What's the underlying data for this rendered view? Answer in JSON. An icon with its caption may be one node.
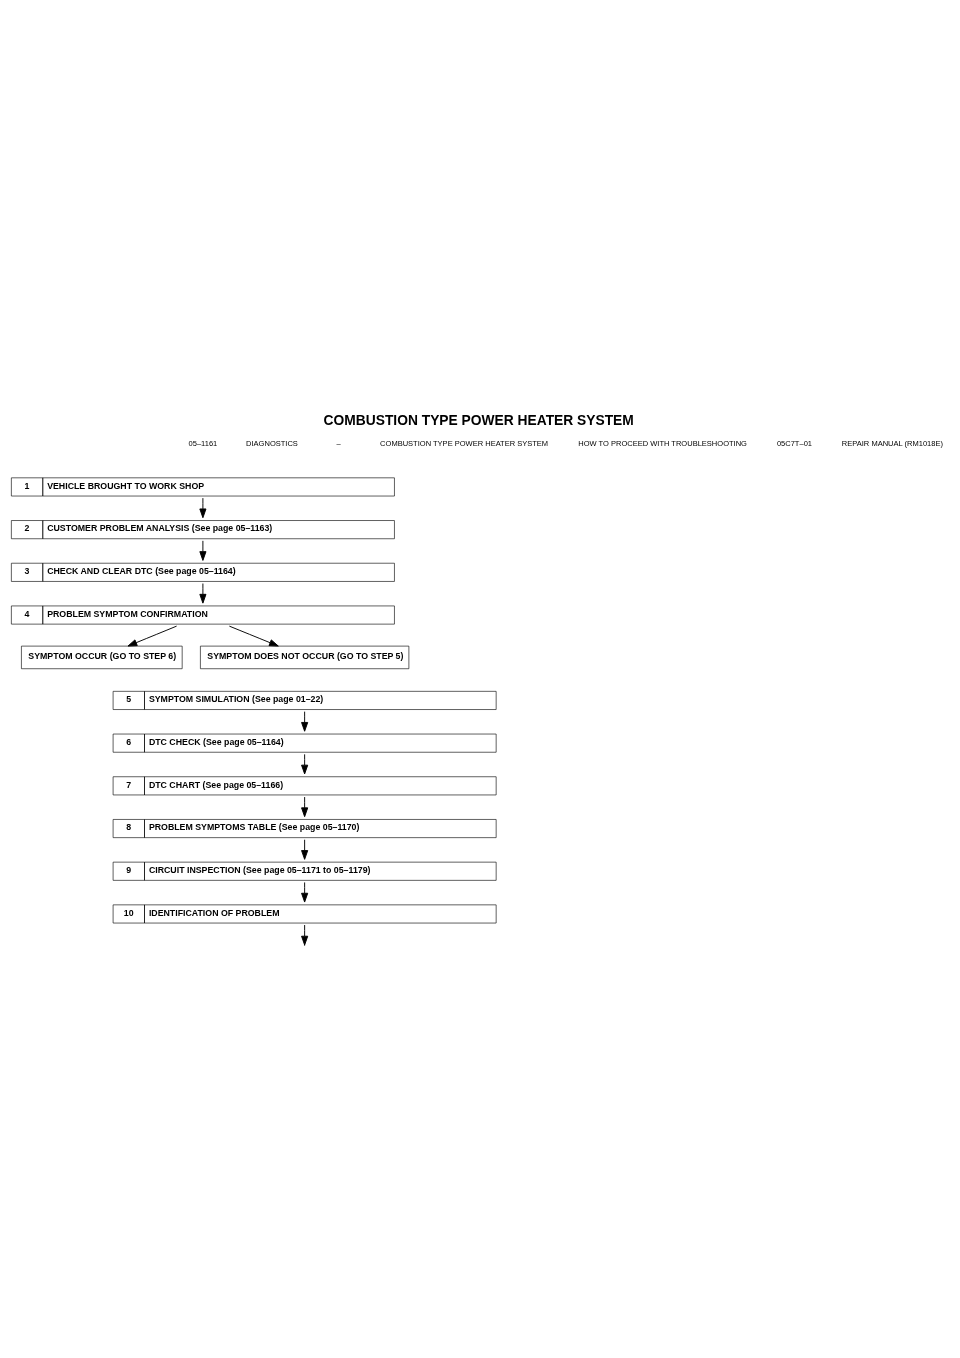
{
  "diagram": {
    "title": "COMBUSTION TYPE POWER HEATER SYSTEM",
    "nodes": [
      {
        "text": [
          "1",
          "VEHICLE BROUGHT TO WORK SHOP"
        ]
      },
      {
        "text": [
          "2",
          "CUSTOMER PROBLEM ANALYSIS (See page 05–1163)"
        ]
      },
      {
        "text": [
          "3",
          "CHECK AND CLEAR DTC (See page 05–1164)"
        ]
      },
      {
        "text": [
          "4",
          "PROBLEM SYMPTOM CONFIRMATION"
        ]
      },
      {
        "text": [
          "SYMPTOM OCCUR (GO TO STEP 6)"
        ]
      },
      {
        "text": [
          "SYMPTOM DOES NOT OCCUR (GO TO STEP 5)"
        ]
      },
      {
        "text": [
          "5",
          "SYMPTOM SIMULATION (See page 01–22)"
        ]
      },
      {
        "text": [
          "6",
          "DTC CHECK (See page 05–1164)"
        ]
      },
      {
        "text": [
          "7",
          "DTC CHART (See page 05–1166)"
        ]
      },
      {
        "text": [
          "8",
          "PROBLEM SYMPTOMS TABLE (See page 05–1170)"
        ]
      },
      {
        "text": [
          "9",
          "CIRCUIT INSPECTION (See page 05–1171 to 05–1179)"
        ]
      },
      {
        "text": [
          "10",
          "IDENTIFICATION OF PROBLEM"
        ]
      }
    ],
    "edges": [
      {
        "from": 0,
        "to": 1,
        "arrow": "to"
      },
      {
        "from": 1,
        "to": 2,
        "arrow": "to"
      },
      {
        "from": 2,
        "to": 3,
        "arrow": "to"
      },
      {
        "from": 3,
        "to": 4,
        "arrow": "to"
      },
      {
        "from": 3,
        "to": 5,
        "arrow": "to"
      },
      {
        "from": 6,
        "to": 7,
        "arrow": "to"
      },
      {
        "from": 7,
        "to": 8,
        "arrow": "to"
      },
      {
        "from": 8,
        "to": 9,
        "arrow": "to"
      },
      {
        "from": 9,
        "to": 10,
        "arrow": "to"
      },
      {
        "from": 10,
        "to": 11,
        "arrow": "to"
      },
      {
        "from": 11,
        "to": null,
        "arrow": "to"
      }
    ],
    "labels": [
      "05–1161",
      "DIAGNOSTICS",
      "–",
      "COMBUSTION TYPE POWER HEATER SYSTEM",
      "HOW TO PROCEED WITH TROUBLESHOOTING",
      "05C7T–01",
      "REPAIR MANUAL (RM1018E)"
    ]
  }
}
